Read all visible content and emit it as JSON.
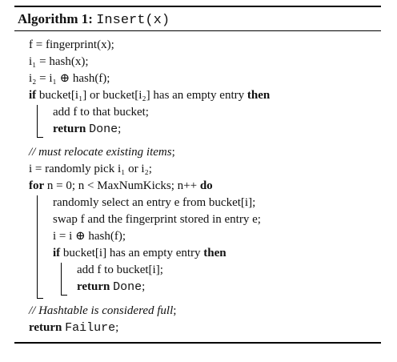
{
  "algorithm": {
    "label": "Algorithm 1:",
    "name": "Insert(x)"
  },
  "lines": [
    {
      "id": "l1",
      "indent": 0,
      "segments": [
        {
          "t": "f = fingerprint(x);",
          "s": "normal"
        }
      ]
    },
    {
      "id": "l2",
      "indent": 0,
      "segments": [
        {
          "t": "i₁ = hash(x);",
          "s": "normal"
        }
      ]
    },
    {
      "id": "l3",
      "indent": 0,
      "segments": [
        {
          "t": "i₂ = i₁ ⊕ hash(f);",
          "s": "normal"
        }
      ]
    },
    {
      "id": "l4",
      "indent": 0,
      "segments": [
        {
          "t": "if",
          "s": "kw"
        },
        {
          "t": " bucket[i₁] or bucket[i₂] has an empty entry ",
          "s": "normal"
        },
        {
          "t": "then",
          "s": "kw"
        }
      ]
    },
    {
      "id": "l5",
      "indent": 1,
      "segments": [
        {
          "t": "add f to that bucket;",
          "s": "normal"
        }
      ]
    },
    {
      "id": "l6",
      "indent": 1,
      "segments": [
        {
          "t": "return",
          "s": "kw"
        },
        {
          "t": " ",
          "s": "normal"
        },
        {
          "t": "Done",
          "s": "mono"
        },
        {
          "t": ";",
          "s": "normal"
        }
      ]
    },
    {
      "id": "l7",
      "indent": 0,
      "segments": [
        {
          "t": "// must relocate existing items",
          "s": "cm"
        },
        {
          "t": ";",
          "s": "normal"
        }
      ]
    },
    {
      "id": "l8",
      "indent": 0,
      "segments": [
        {
          "t": "i = randomly pick i₁ or i₂;",
          "s": "normal"
        }
      ]
    },
    {
      "id": "l9",
      "indent": 0,
      "segments": [
        {
          "t": "for",
          "s": "kw"
        },
        {
          "t": " n = 0; n < MaxNumKicks; n++ ",
          "s": "normal"
        },
        {
          "t": "do",
          "s": "kw"
        }
      ]
    },
    {
      "id": "l10",
      "indent": 1,
      "segments": [
        {
          "t": "randomly select an entry e from bucket[i];",
          "s": "normal"
        }
      ]
    },
    {
      "id": "l11",
      "indent": 1,
      "segments": [
        {
          "t": "swap f and the fingerprint stored in entry e;",
          "s": "normal"
        }
      ]
    },
    {
      "id": "l12",
      "indent": 1,
      "segments": [
        {
          "t": "i = i ⊕ hash(f);",
          "s": "normal"
        }
      ]
    },
    {
      "id": "l13",
      "indent": 1,
      "segments": [
        {
          "t": "if",
          "s": "kw"
        },
        {
          "t": " bucket[i] has an empty entry ",
          "s": "normal"
        },
        {
          "t": "then",
          "s": "kw"
        }
      ]
    },
    {
      "id": "l14",
      "indent": 2,
      "segments": [
        {
          "t": "add f to bucket[i];",
          "s": "normal"
        }
      ]
    },
    {
      "id": "l15",
      "indent": 2,
      "segments": [
        {
          "t": "return",
          "s": "kw"
        },
        {
          "t": " ",
          "s": "normal"
        },
        {
          "t": "Done",
          "s": "mono"
        },
        {
          "t": ";",
          "s": "normal"
        }
      ]
    },
    {
      "id": "l16",
      "indent": 0,
      "segments": [
        {
          "t": "// Hashtable is considered full",
          "s": "cm"
        },
        {
          "t": ";",
          "s": "normal"
        }
      ]
    },
    {
      "id": "l17",
      "indent": 0,
      "segments": [
        {
          "t": "return",
          "s": "kw"
        },
        {
          "t": " ",
          "s": "normal"
        },
        {
          "t": "Failure",
          "s": "mono"
        },
        {
          "t": ";",
          "s": "normal"
        }
      ]
    }
  ]
}
